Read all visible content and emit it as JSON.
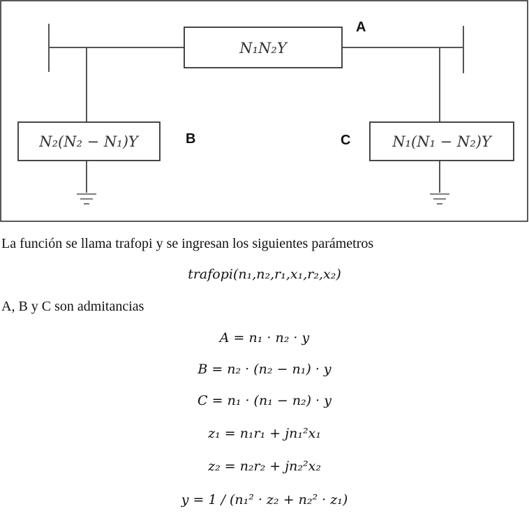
{
  "diagram": {
    "series_block": "N₁N₂Y",
    "left_shunt_block": "N₂(N₂ − N₁)Y",
    "right_shunt_block": "N₁(N₁ − N₂)Y",
    "label_a": "A",
    "label_b": "B",
    "label_c": "C"
  },
  "text": {
    "intro": "La función se llama trafopi y se ingresan los siguientes parámetros",
    "function_call": "trafopi(n₁,n₂,r₁,x₁,r₂,x₂)",
    "admittance_note": "A, B y C son admitancias"
  },
  "equations": {
    "eq_a": "A = n₁ · n₂ · y",
    "eq_b": "B = n₂ · (n₂ − n₁) · y",
    "eq_c": "C = n₁ · (n₁ − n₂) · y",
    "eq_z1": "z₁ = n₁r₁ + jn₁²x₁",
    "eq_z2": "z₂ = n₂r₂ + jn₂²x₂",
    "eq_y": "y = 1 / (n₁² · z₂ + n₂² · z₁)"
  }
}
